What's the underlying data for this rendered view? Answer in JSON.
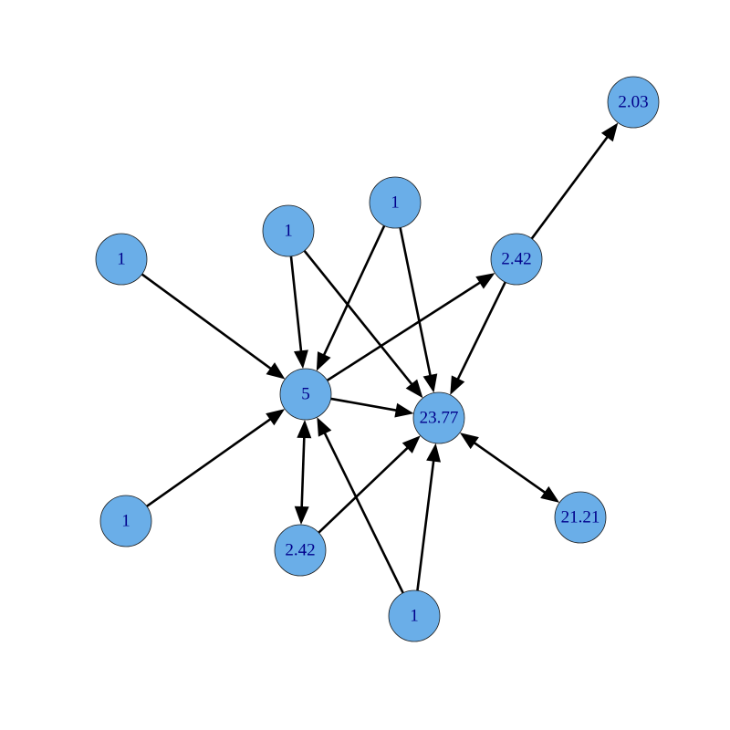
{
  "colors": {
    "node_fill": "#6aaee8",
    "node_label": "#00008b",
    "edge": "#000000"
  },
  "nodes": [
    {
      "id": "n5",
      "label": "5"
    },
    {
      "id": "n2377",
      "label": "23.77"
    },
    {
      "id": "n242a",
      "label": "2.42"
    },
    {
      "id": "n242b",
      "label": "2.42"
    },
    {
      "id": "n203",
      "label": "2.03"
    },
    {
      "id": "n2121",
      "label": "21.21"
    },
    {
      "id": "n1a",
      "label": "1"
    },
    {
      "id": "n1b",
      "label": "1"
    },
    {
      "id": "n1c",
      "label": "1"
    },
    {
      "id": "n1d",
      "label": "1"
    },
    {
      "id": "n1e",
      "label": "1"
    }
  ],
  "edges": [
    {
      "from": "n1a",
      "to": "n5"
    },
    {
      "from": "n1d",
      "to": "n5"
    },
    {
      "from": "n1b",
      "to": "n5"
    },
    {
      "from": "n1b",
      "to": "n2377"
    },
    {
      "from": "n1c",
      "to": "n5"
    },
    {
      "from": "n1c",
      "to": "n2377"
    },
    {
      "from": "n1e",
      "to": "n5"
    },
    {
      "from": "n1e",
      "to": "n2377"
    },
    {
      "from": "n5",
      "to": "n2377"
    },
    {
      "from": "n5",
      "to": "n242a"
    },
    {
      "from": "n5",
      "to": "n242b",
      "both": true
    },
    {
      "from": "n242a",
      "to": "n203"
    },
    {
      "from": "n242a",
      "to": "n2377"
    },
    {
      "from": "n242b",
      "to": "n2377"
    },
    {
      "from": "n2377",
      "to": "n2121",
      "both": true
    }
  ]
}
